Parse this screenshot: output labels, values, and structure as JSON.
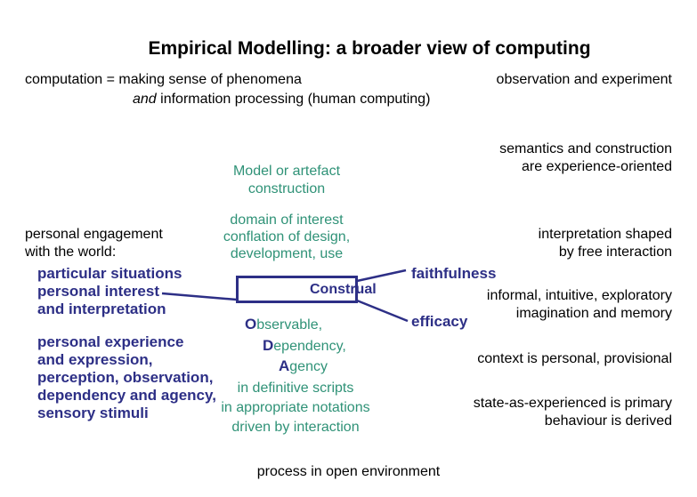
{
  "colors": {
    "navy": "#2d2f86",
    "teal": "#2f9277",
    "ink": "#000000",
    "bg": "#ffffff"
  },
  "title": "Empirical Modelling: a broader view of computing",
  "header": {
    "computation": "computation = making sense of phenomena",
    "and_italic": "and",
    "information_rest": " information processing (human computing)",
    "observation": "observation and experiment"
  },
  "right_column": {
    "semantics_1": "semantics and construction",
    "semantics_2": "are experience-oriented",
    "interpretation_1": "interpretation shaped",
    "interpretation_2": "by free interaction",
    "informal_1": "informal, intuitive, exploratory",
    "informal_2": "imagination and memory",
    "context": "context is personal, provisional",
    "state_1": "state-as-experienced is primary",
    "state_2": "behaviour is derived"
  },
  "left_column": {
    "engagement_1": "personal engagement",
    "engagement_2": "with the world:",
    "particular_1": "particular situations",
    "particular_2": "personal interest",
    "particular_3": "and interpretation",
    "experience_1": "personal experience",
    "experience_2": "and expression,",
    "experience_3": "perception, observation,",
    "experience_4": "dependency and agency,",
    "experience_5": "sensory stimuli"
  },
  "center_column": {
    "model_1": "Model or artefact",
    "model_2": "construction",
    "domain_1": "domain of interest",
    "domain_2": "conflation of design,",
    "domain_3": "development, use",
    "construal": "Construal",
    "oda": [
      {
        "initial": "O",
        "rest": "bservable,"
      },
      {
        "initial": "D",
        "rest": "ependency,"
      },
      {
        "initial": "A",
        "rest": "gency"
      }
    ],
    "scripts_1": "in definitive scripts",
    "scripts_2": "in appropriate notations",
    "scripts_3": "driven by interaction"
  },
  "connectors": {
    "faithfulness": "faithfulness",
    "efficacy": "efficacy"
  },
  "footer": {
    "process": "process in open environment"
  }
}
